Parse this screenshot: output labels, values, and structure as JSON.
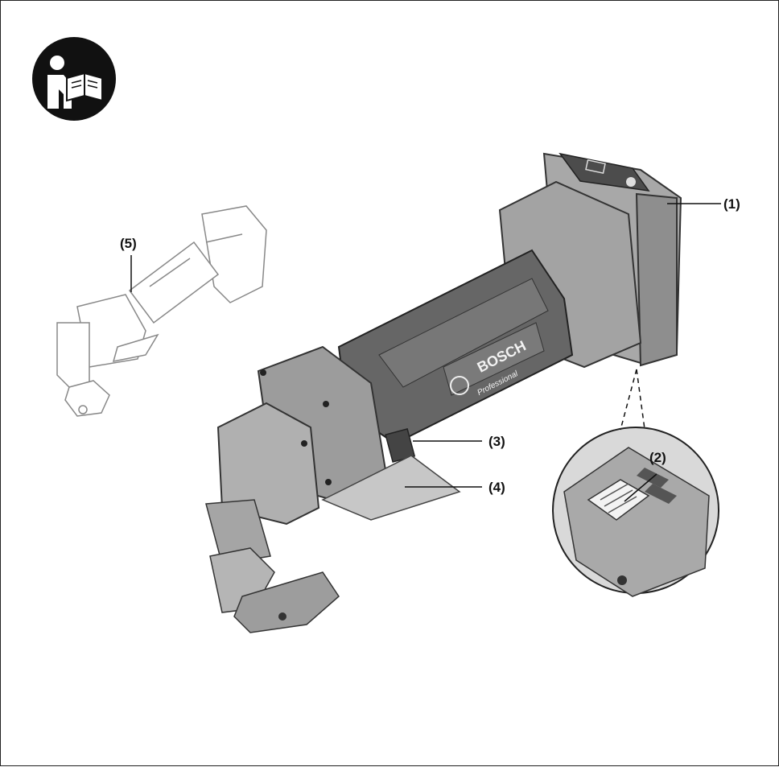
{
  "brand": "BOSCH",
  "product_line": "Professional",
  "icons": {
    "manual": "read-manual-icon"
  },
  "callouts": {
    "c1": "(1)",
    "c2": "(2)",
    "c3": "(3)",
    "c4": "(4)",
    "c5": "(5)"
  },
  "colors": {
    "body_gray": "#9a9a9a",
    "grip_dark": "#5e5e5e",
    "icon_black": "#111111"
  }
}
